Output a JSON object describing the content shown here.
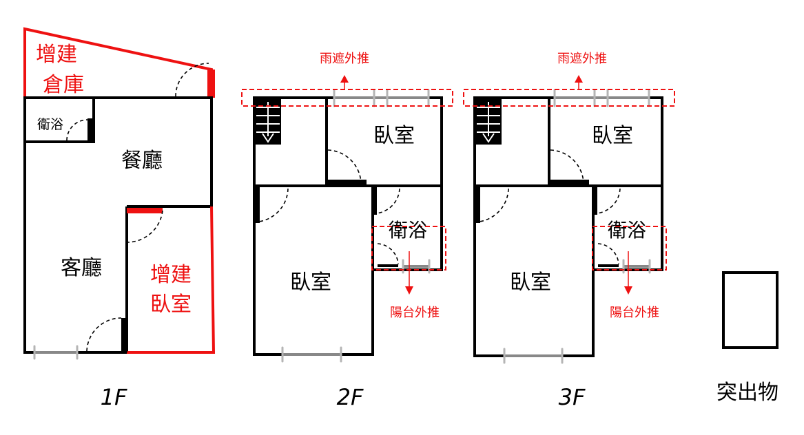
{
  "floors": {
    "f1": {
      "label": "1F",
      "rooms": {
        "storage": [
          "增建",
          "倉庫"
        ],
        "bath": "衛浴",
        "dining": "餐廳",
        "living": "客廳",
        "added_bedroom": [
          "增建",
          "臥室"
        ]
      }
    },
    "f2": {
      "label": "2F",
      "rooms": {
        "bedroom_top": "臥室",
        "bath": "衛浴",
        "bedroom_main": "臥室"
      },
      "annotations": {
        "rain_cover": "雨遮外推",
        "balcony": "陽台外推"
      }
    },
    "f3": {
      "label": "3F",
      "rooms": {
        "bedroom_top": "臥室",
        "bath": "衛浴",
        "bedroom_main": "臥室"
      },
      "annotations": {
        "rain_cover": "雨遮外推",
        "balcony": "陽台外推"
      }
    }
  },
  "protrusion": {
    "label": "突出物"
  },
  "colors": {
    "addition": "#ee1111",
    "wall": "#000000",
    "window": "#888888"
  }
}
